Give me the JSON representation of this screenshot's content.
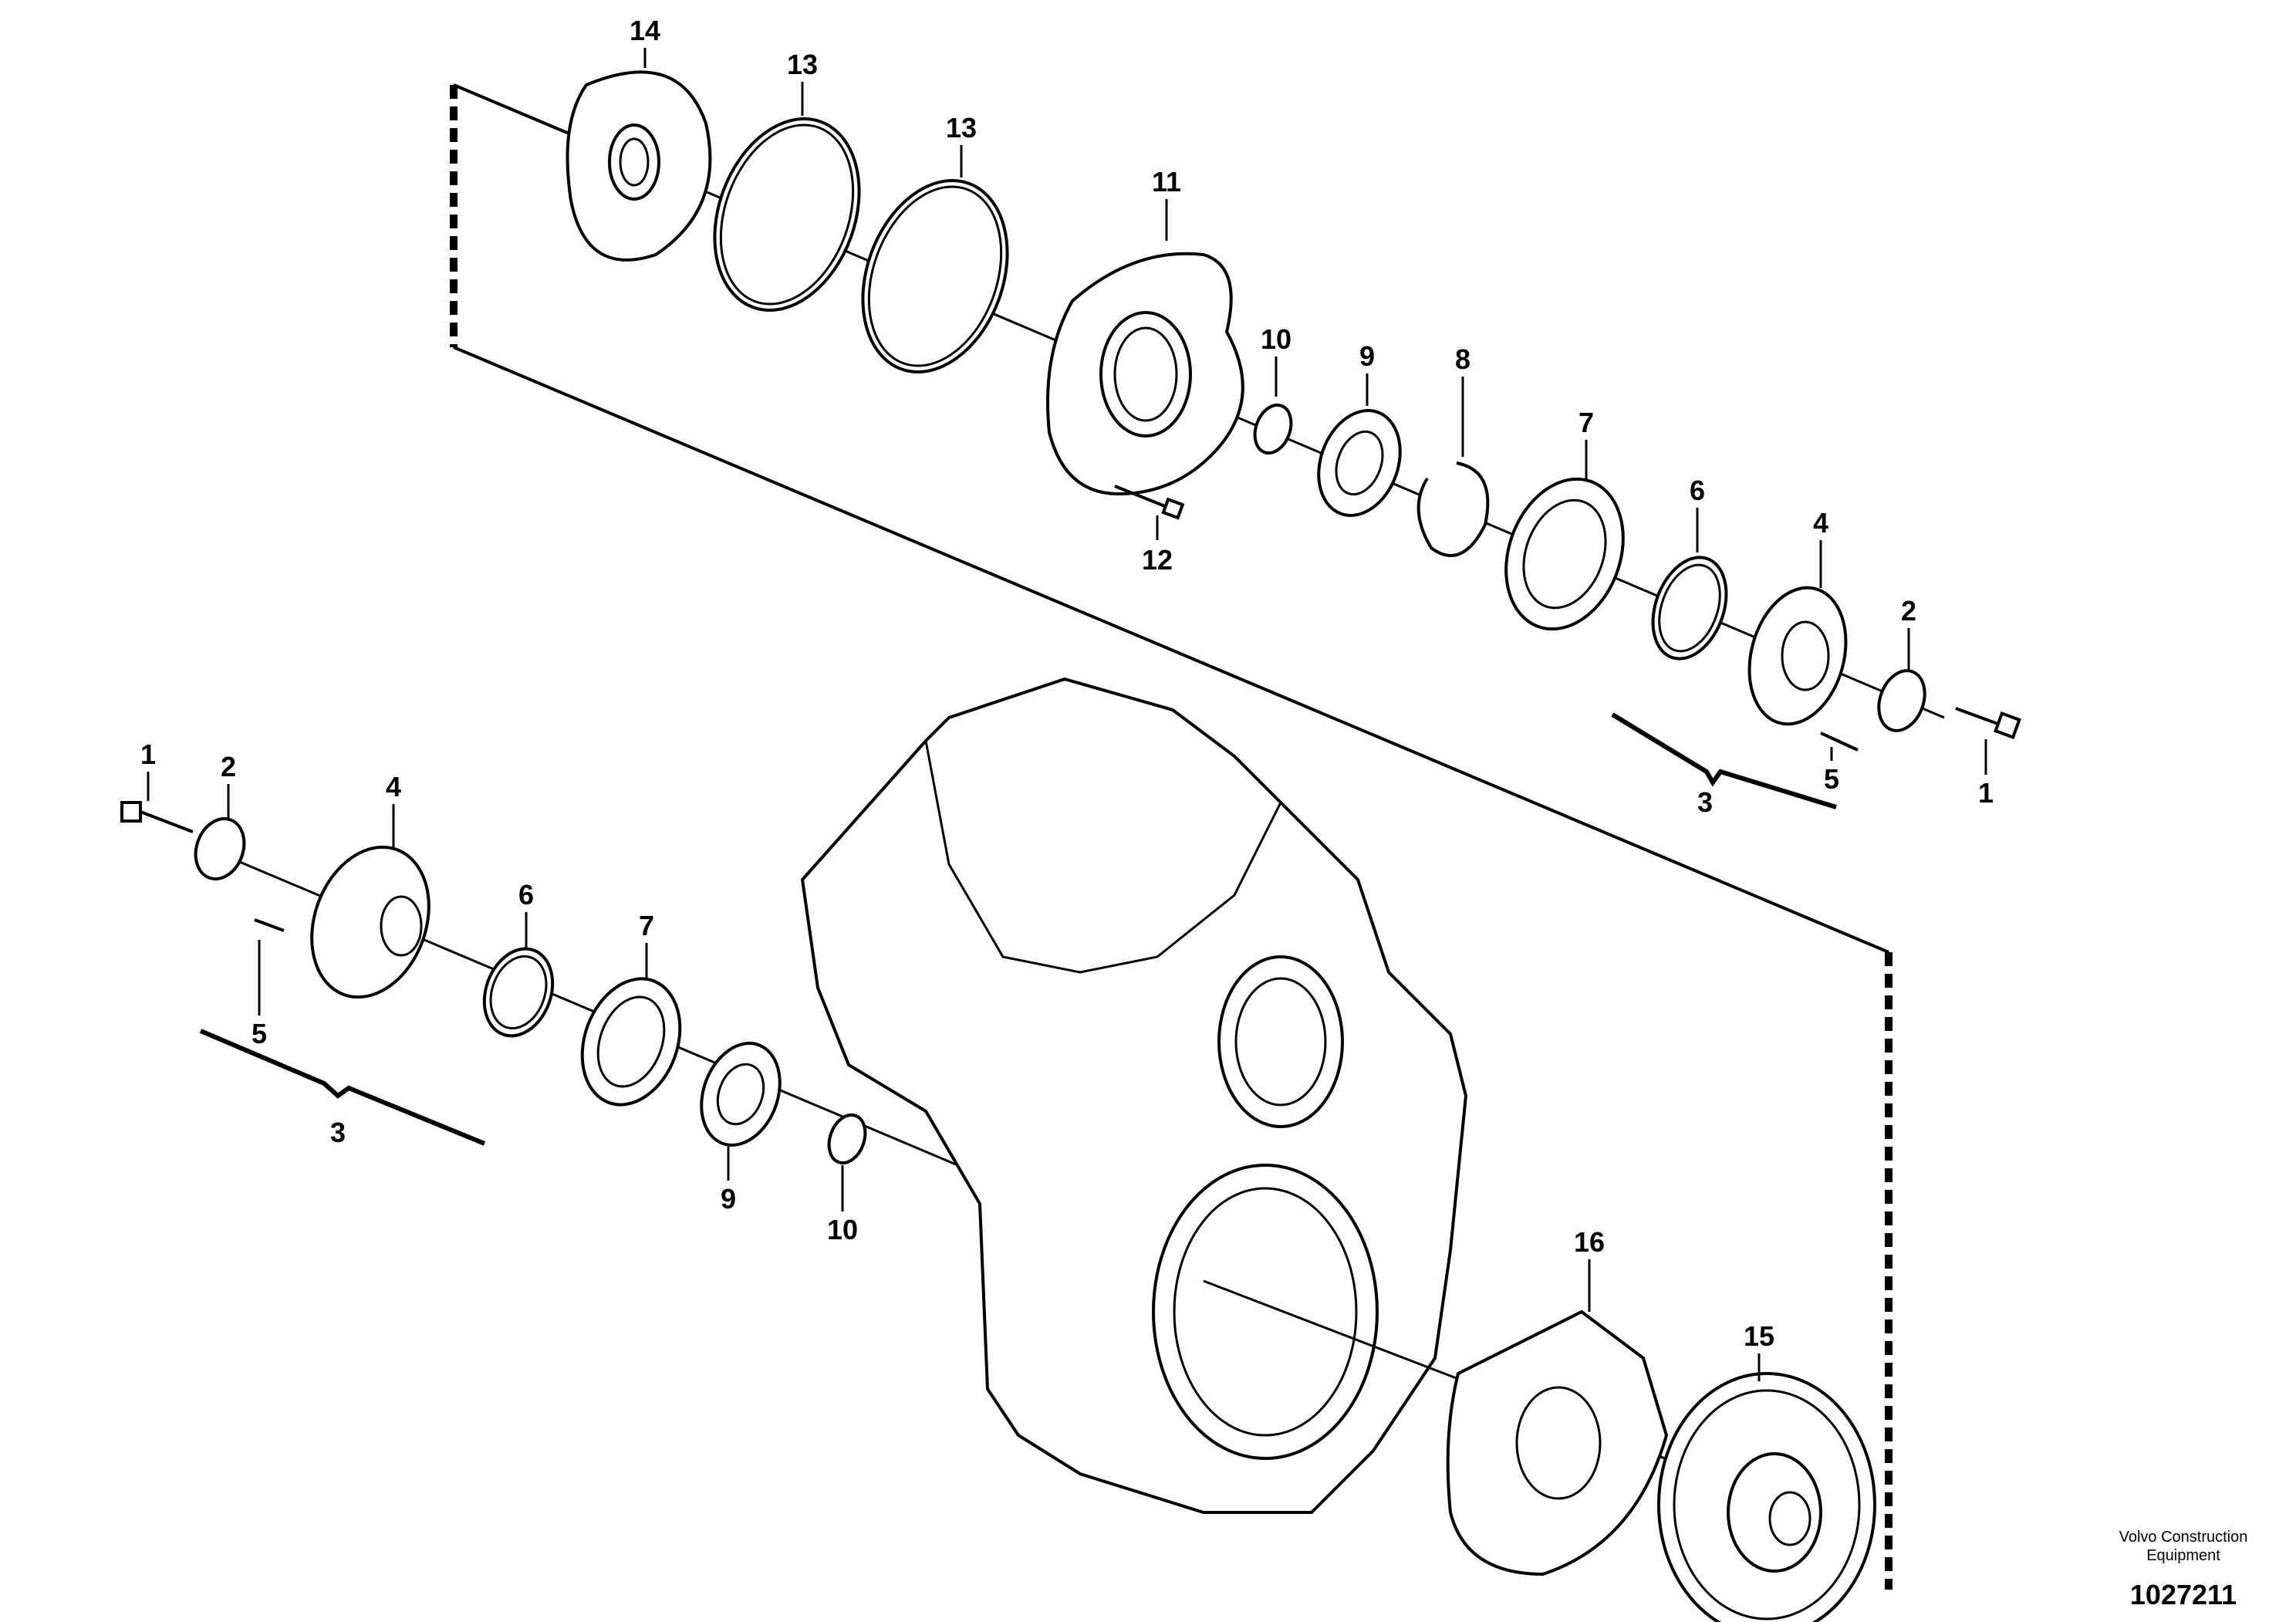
{
  "title_block": {
    "company": "Volvo Construction Equipment",
    "drawing_number": "1027211"
  },
  "callouts": {
    "upper": [
      "14",
      "13",
      "13",
      "11",
      "10",
      "9",
      "8",
      "7",
      "6",
      "4",
      "2",
      "12",
      "5",
      "1",
      "3"
    ],
    "lower": [
      "1",
      "2",
      "4",
      "6",
      "7",
      "5",
      "3",
      "9",
      "10",
      "16",
      "15"
    ]
  }
}
